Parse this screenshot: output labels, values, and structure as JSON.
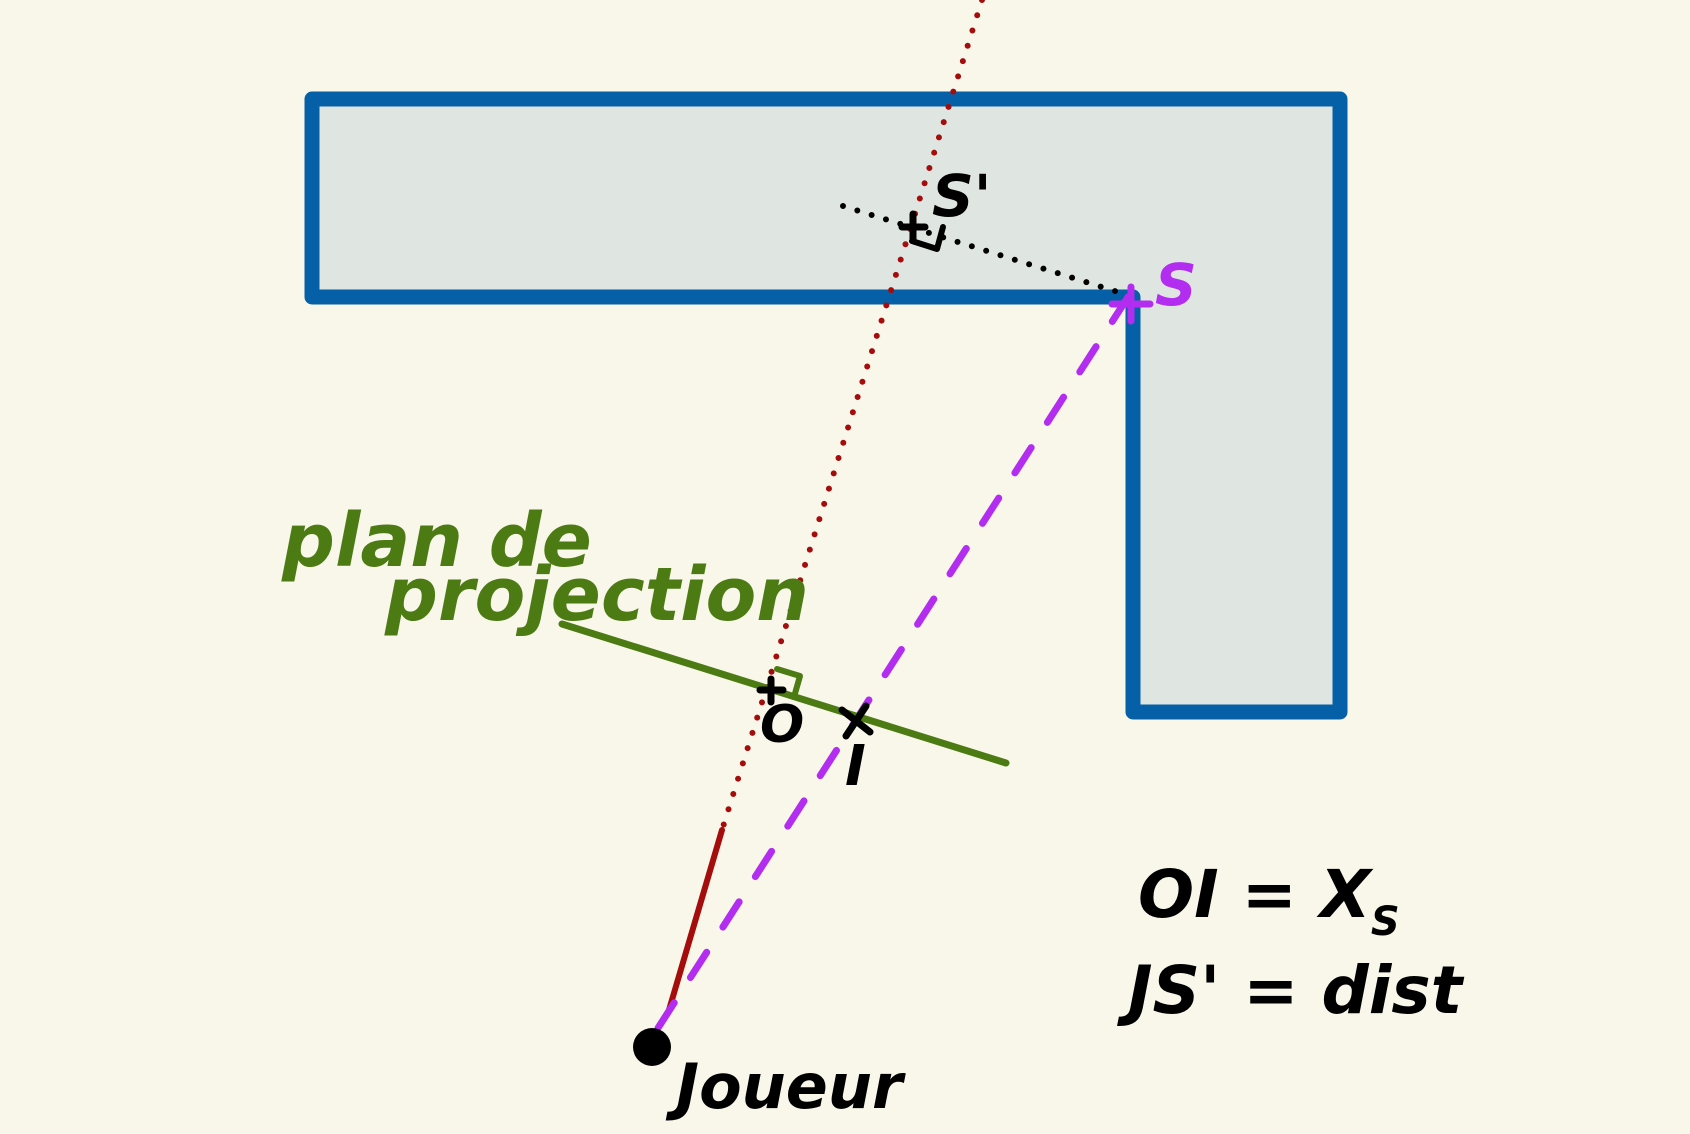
{
  "labels": {
    "projection_plane": [
      "plan de",
      "projection"
    ],
    "s_prime": "S'",
    "s": "S",
    "o": "O",
    "i": "I",
    "player": "Joueur"
  },
  "equations": {
    "line1": "OI = X",
    "line1_subscript": "S",
    "line2": "JS' = dist"
  },
  "colors": {
    "background": "#f9f6ea",
    "wall_fill": "#dfe6e1",
    "wall_stroke": "#0560a8",
    "view_ray": "#a50d0d",
    "ray_to_s": "#b32df0",
    "projection_plane": "#4b7b12",
    "ink": "#000000"
  }
}
